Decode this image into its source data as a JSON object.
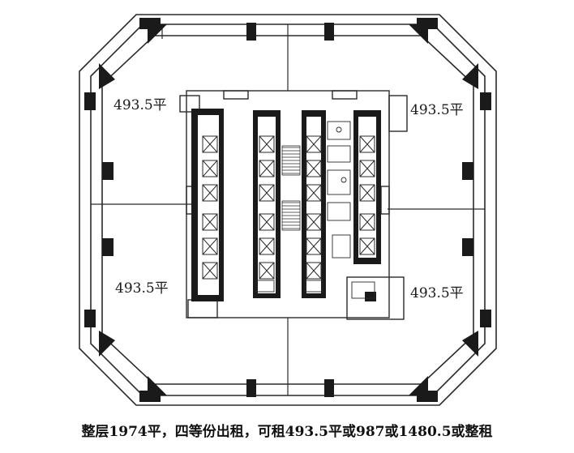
{
  "units": [
    {
      "id": "nw",
      "label": "493.5平"
    },
    {
      "id": "ne",
      "label": "493.5平"
    },
    {
      "id": "sw",
      "label": "493.5平"
    },
    {
      "id": "se",
      "label": "493.5平"
    }
  ],
  "caption": "整层1974平，四等份出租，可租493.5平或987或1480.5或整租",
  "colors": {
    "wall": "#1a1a1a",
    "line": "#2a2a2a",
    "paper": "#ffffff"
  }
}
